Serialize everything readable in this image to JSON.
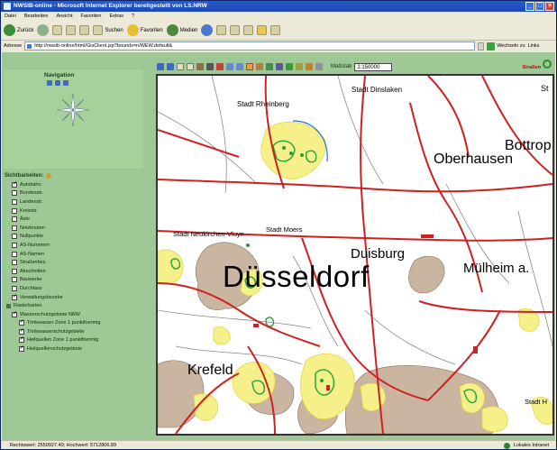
{
  "window": {
    "title": "NWSIB-online - Microsoft Internet Explorer bereitgestellt von LS.NRW"
  },
  "menu": {
    "items": [
      "Datei",
      "Bearbeiten",
      "Ansicht",
      "Favoriten",
      "Extras",
      "?"
    ]
  },
  "toolbar": {
    "back_label": "Zurück",
    "search_label": "Suchen",
    "favorites_label": "Favoriten",
    "media_label": "Medien"
  },
  "address": {
    "label": "Adresse",
    "url": "http://nwsib-online/html/GisClient.jsp?bounds=n/WEW.default&",
    "go_label": "Wechseln zu",
    "links_label": "Links"
  },
  "navigation": {
    "title": "Navigation"
  },
  "layers": {
    "title": "Sichtbarkeiten:",
    "items": [
      {
        "label": "Autobahn",
        "checked": true,
        "level": 1
      },
      {
        "label": "Bundesstr.",
        "checked": false,
        "level": 1
      },
      {
        "label": "Landesstr.",
        "checked": false,
        "level": 1
      },
      {
        "label": "Kreisstr.",
        "checked": false,
        "level": 1
      },
      {
        "label": "Äste",
        "checked": false,
        "level": 1
      },
      {
        "label": "Netzknoten",
        "checked": false,
        "level": 1
      },
      {
        "label": "Nullpunkte",
        "checked": false,
        "level": 1
      },
      {
        "label": "AS-Nummern",
        "checked": false,
        "level": 1
      },
      {
        "label": "AS-Namen",
        "checked": false,
        "level": 1
      },
      {
        "label": "Straßenbez.",
        "checked": false,
        "level": 1
      },
      {
        "label": "Abschnitten",
        "checked": false,
        "level": 1
      },
      {
        "label": "Bauwerke",
        "checked": false,
        "level": 1
      },
      {
        "label": "Durchlass",
        "checked": false,
        "level": 1
      },
      {
        "label": "Verwaltungsbezirke",
        "checked": true,
        "level": 1
      },
      {
        "label": "Rasterkarten",
        "checked": null,
        "level": 0
      },
      {
        "label": "Wasserschutzgebiete NRW",
        "checked": true,
        "level": 1
      },
      {
        "label": "Trinkwasser Zone 1 punktfoermig",
        "checked": true,
        "level": 2
      },
      {
        "label": "Trinkwasserschutzgebiete",
        "checked": true,
        "level": 2
      },
      {
        "label": "Heilquellen Zone 1 punktfoermig",
        "checked": true,
        "level": 2
      },
      {
        "label": "Heilquellenschutzgebiete",
        "checked": true,
        "level": 2
      }
    ]
  },
  "map_controls": {
    "scale_label": "Maßstab",
    "scale_value": "1:150000",
    "layer_label": "Straßen"
  },
  "map": {
    "labels": {
      "dinslaken": "Stadt Dinslaken",
      "rheinberg": "Stadt Rheinberg",
      "st": "St",
      "bottrop": "Bottrop",
      "oberhausen": "Oberhausen",
      "neukirchen": "Stadt Neukirchen-Vluyn",
      "moers": "Stadt Moers",
      "duisburg": "Duisburg",
      "muelheim": "Mülheim a.",
      "duesseldorf": "Düsseldorf",
      "krefeld": "Krefeld",
      "stadt_h": "Stadt H"
    }
  },
  "status": {
    "text": "Rechtswert: 2550927.40; Hochwert: 5712806.89",
    "zone": "Lokales Intranet"
  },
  "colors": {
    "panel_green": "#9ec895",
    "road_red": "#d02020",
    "protection_yellow": "#f6f08a",
    "urban_brown": "#c9b5a0",
    "title_blue": "#1f4fbf"
  }
}
